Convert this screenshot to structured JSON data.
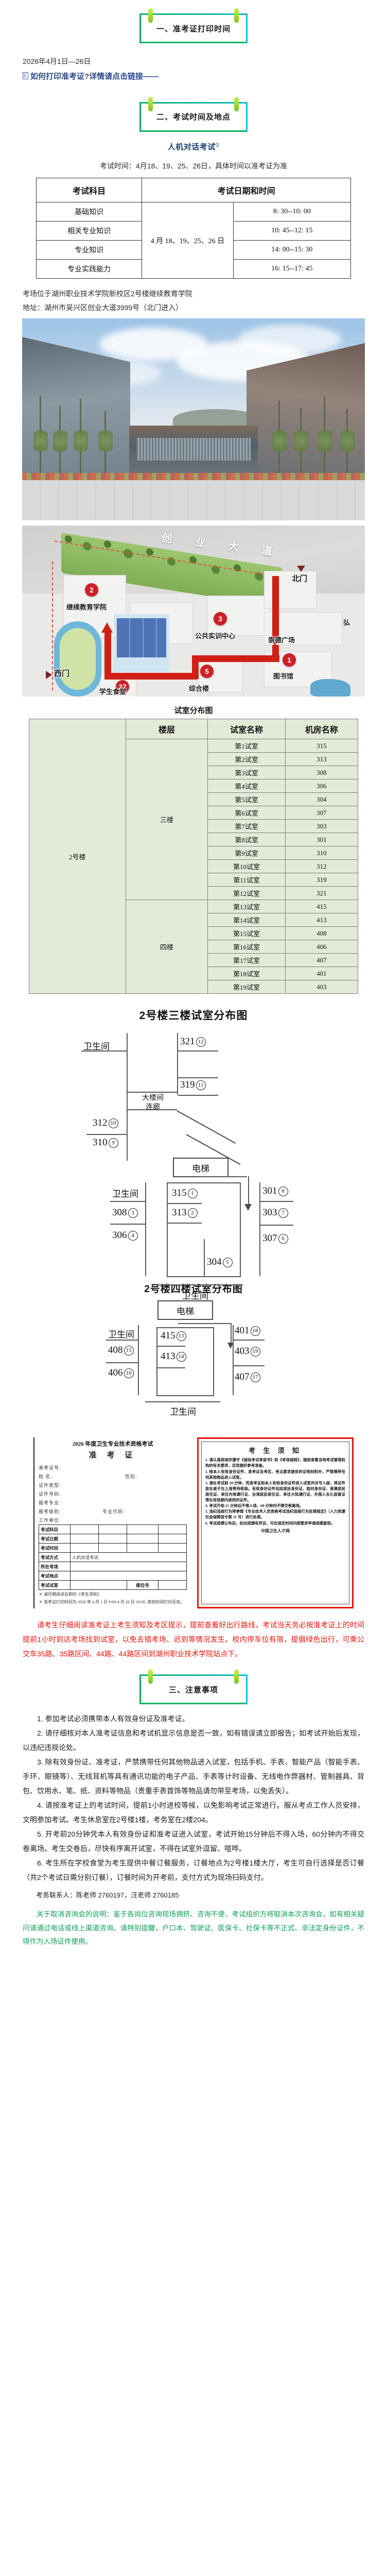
{
  "sections": {
    "s1": {
      "title": "一、准考证打印时间"
    },
    "s2": {
      "title": "二、考试时间及地点"
    },
    "s3": {
      "title": "三、注意事项"
    }
  },
  "print_time": {
    "date_range": "2026年4月1日—26日",
    "link_text": "如何打印准考证?详情请点击链接——"
  },
  "exam": {
    "mode_label": "人机对话考试",
    "mode_sup": "Q",
    "time_line": "考试时间：4月18、19、25、26日，具体时间以准考证为准",
    "table": {
      "headers": [
        "考试科目",
        "考试日期和时间"
      ],
      "date_cell": "4 月 18、19、25、26 日",
      "rows": [
        {
          "subject": "基础知识",
          "time": "8: 30--10: 00"
        },
        {
          "subject": "相关专业知识",
          "time": "10: 45--12: 15"
        },
        {
          "subject": "专业知识",
          "time": "14: 00--15: 30"
        },
        {
          "subject": "专业实践能力",
          "time": "16: 15--17: 45"
        }
      ]
    },
    "venue_line": "考场位于湖州职业技术学院新校区2号楼继续教育学院",
    "address_line": "地址：湖州市吴兴区创业大道3999号（北门进入）"
  },
  "map": {
    "road_label": "创 业 大 道",
    "markers": [
      {
        "id": "2",
        "label": "继续教育学院"
      },
      {
        "id": "3",
        "label": "公共实训中心"
      },
      {
        "id": "1",
        "label": "图书馆"
      },
      {
        "id": "5",
        "label": "综合楼"
      },
      {
        "id": "27",
        "label": ""
      }
    ],
    "gates": [
      {
        "name": "北门"
      },
      {
        "name": "西门"
      }
    ],
    "places": [
      "崇德广场",
      "弘",
      "学生食堂"
    ]
  },
  "room_table": {
    "title": "试室分布图",
    "headers": [
      "楼层",
      "试室名称",
      "机房名称"
    ],
    "building": "2号楼",
    "groups": [
      {
        "floor": "三楼",
        "rows": [
          {
            "name": "第1试室",
            "lab": "315"
          },
          {
            "name": "第2试室",
            "lab": "313"
          },
          {
            "name": "第3试室",
            "lab": "308"
          },
          {
            "name": "第4试室",
            "lab": "306"
          },
          {
            "name": "第5试室",
            "lab": "304"
          },
          {
            "name": "第6试室",
            "lab": "307"
          },
          {
            "name": "第7试室",
            "lab": "303"
          },
          {
            "name": "第8试室",
            "lab": "301"
          },
          {
            "name": "第9试室",
            "lab": "310"
          },
          {
            "name": "第10试室",
            "lab": "312"
          },
          {
            "name": "第11试室",
            "lab": "319"
          },
          {
            "name": "第12试室",
            "lab": "321"
          }
        ]
      },
      {
        "floor": "四楼",
        "rows": [
          {
            "name": "第13试室",
            "lab": "415"
          },
          {
            "name": "第14试室",
            "lab": "413"
          },
          {
            "name": "第15试室",
            "lab": "408"
          },
          {
            "name": "第16试室",
            "lab": "406"
          },
          {
            "name": "第17试室",
            "lab": "407"
          },
          {
            "name": "第18试室",
            "lab": "401"
          },
          {
            "name": "第19试室",
            "lab": "403"
          }
        ]
      }
    ]
  },
  "plan3": {
    "title": "2号楼三楼试室分布图",
    "wc_top_left": "卫生间",
    "wc_mid_left": "卫生间",
    "wc_bottom": "卫生间",
    "corridor": "大楼间\n连廊",
    "elevator": "电梯",
    "rooms": [
      {
        "num": "321",
        "idx": "12"
      },
      {
        "num": "319",
        "idx": "11"
      },
      {
        "num": "312",
        "idx": "10"
      },
      {
        "num": "310",
        "idx": "9"
      },
      {
        "num": "315",
        "idx": "1"
      },
      {
        "num": "313",
        "idx": "2"
      },
      {
        "num": "308",
        "idx": "3"
      },
      {
        "num": "306",
        "idx": "4"
      },
      {
        "num": "304",
        "idx": "5"
      },
      {
        "num": "301",
        "idx": "8"
      },
      {
        "num": "303",
        "idx": "7"
      },
      {
        "num": "307",
        "idx": "6"
      }
    ]
  },
  "plan4": {
    "title": "2号楼四楼试室分布图",
    "elevator": "电梯",
    "wc_left": "卫生间",
    "wc_bottom": "卫生间",
    "rooms": [
      {
        "num": "415",
        "idx": "13"
      },
      {
        "num": "413",
        "idx": "14"
      },
      {
        "num": "408",
        "idx": "15"
      },
      {
        "num": "406",
        "idx": "16"
      },
      {
        "num": "401",
        "idx": "18"
      },
      {
        "num": "403",
        "idx": "19"
      },
      {
        "num": "407",
        "idx": "17"
      }
    ]
  },
  "ticket": {
    "heading1": "2026 年度卫生专业技术资格考试",
    "heading2": "准 考 证",
    "fields": [
      {
        "label": "准考证号:",
        "value": ""
      },
      {
        "label": "姓    名:",
        "value": "",
        "label2": "性别:",
        "value2": ""
      },
      {
        "label": "证件类型:",
        "value": ""
      },
      {
        "label": "证件号码:",
        "value": ""
      },
      {
        "label": "报考专业:",
        "value": ""
      },
      {
        "label": "报考级别:",
        "value": "",
        "label2": "专业代码:",
        "value2": ""
      },
      {
        "label": "工作单位:",
        "value": ""
      }
    ],
    "rows": [
      {
        "key": "考试科目",
        "value": ""
      },
      {
        "key": "考试日期",
        "value": ""
      },
      {
        "key": "考试时间",
        "value": ""
      },
      {
        "key": "考试方式",
        "value": "人机对话考试"
      },
      {
        "key": "所在考场",
        "value": ""
      },
      {
        "key": "考试地点",
        "value": ""
      },
      {
        "key": "考试试室",
        "value": "",
        "key2": "座位号",
        "value2": ""
      }
    ],
    "notes": [
      "＊ 请仔细阅读右侧的《考生须知》",
      "＊ 准考证打印时间为 2026 年 4 月 1 日 9:00-4 月 26 日 18:00, 其他时间打印无效。"
    ]
  },
  "notice": {
    "title": "考 生 须 知",
    "items": [
      "1. 请认真阅读并遵守《诚信考试承诺书》和《考场规则》，提前查看当地考试管理机构的有关要求，自觉做好参考准备。",
      "2. 除本人有效身份证件、准考证及考区、考点要求提供的证明材料外，严禁携带任何其他物品进入试室。",
      "3. 请在考试前 20 分钟，凭准考证和本人有效身份证件进入试室并对号入座，将证件放在桌子左上角等待核验。有效身份证件包括居民身份证、临时身份证、港澳居民居住证、来往内地通行证、台湾居民居住证、来往大陆通行证、外国人永久居留证等在有效期内使用的证件。",
      "4. 考试开始 15 分钟后不得入场，60 分钟内不得交卷离场。",
      "5. 违纪违规行为将参照《专业技术人员资格考试违纪违规行为处理规定》（人力资源社会保障部令第 31 号）进行处理。",
      "6. 考试成绩公布后，如对成绩有异议，可在规定时间内按要求申请成绩复核。"
    ],
    "sign": "中国卫生人才网"
  },
  "red_note": "请考生仔细阅读准考证上考生须知及考区提示，提前查看好出行路线，考试当天务必按准考证上的时间提前1小时到达考场找到试室，以免去错考场、迟到等情况发生。校内停车位有限，提倡绿色出行，可乘公交车35路、35路区间、44路、44路区间到湖州职业技术学院站点下。",
  "notes": [
    "1. 参加考试必须携带本人有效身份证及准考证。",
    "2. 请仔细核对本人准考证信息和考试机显示信息是否一致，如有错误请立即报告；如考试开始后发现，以违纪违规论处。",
    "3. 除有效身份证、准考证，严禁携带任何其他物品进入试室，包括手机、手表、智能产品（智能手表、手环、眼镜等）、无线耳机等具有通讯功能的电子产品、手表等计时设备、无线电作弊器材、管制器具、背包、饮用水、笔、纸、资料等物品（贵重手表首饰等物品请勿带至考场，以免丢失）。",
    "4. 请按准考证上的考试时间，提前1小时进校等候，以免影响考试正常进行。服从考点工作人员安排，文明参加考试。考生休息室在2号楼1楼，考务室在2楼204。",
    "5. 开考前20分钟凭本人有效身份证和准考证进入试室，考试开始15分钟后不得入场，60分钟内不得交卷离场。考生交卷后，尽快有序离开试室，不得在试室外逗留、喧哗。",
    "6. 考生所在学校食堂为考生提供中餐订餐服务，订餐地点为2号楼1楼大厅，考生可自行选择是否订餐（共2个考试日需分别订餐），订餐时间为开考前，支付方式为现场扫码支付。"
  ],
  "contact": "考务联系人：陈老师 2760197，汪老师 2760185",
  "footer": "关于取消咨询会的说明：鉴于各岗位咨询现场拥挤、咨询不便，考试组织方将取消本次咨询会，如有相关疑问请通过电话或线上渠道咨询。请特别提醒，户口本、驾驶证、医保卡、社保卡等不正式、非法定身份证件，不得作为入场证件使用。"
}
